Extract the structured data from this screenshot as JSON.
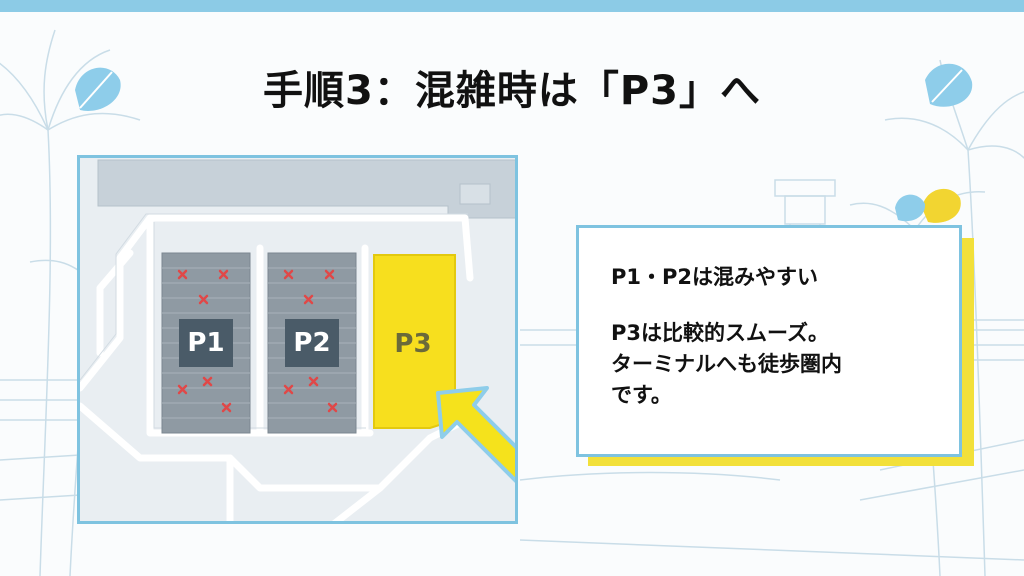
{
  "title": "手順3：混雑時は「P3」へ",
  "map": {
    "lots": [
      {
        "label": "P1",
        "status": "crowded"
      },
      {
        "label": "P2",
        "status": "crowded"
      },
      {
        "label": "P3",
        "status": "smooth"
      }
    ]
  },
  "callout": {
    "line1": "P1・P2は混みやすい",
    "line2": "P3は比較的スムーズ。",
    "line3": "ターミナルへも徒歩圏内",
    "line4": "です。"
  },
  "colors": {
    "accent_blue": "#7ec3e0",
    "highlight_yellow": "#f7df1e",
    "marker_red": "#e04848"
  }
}
